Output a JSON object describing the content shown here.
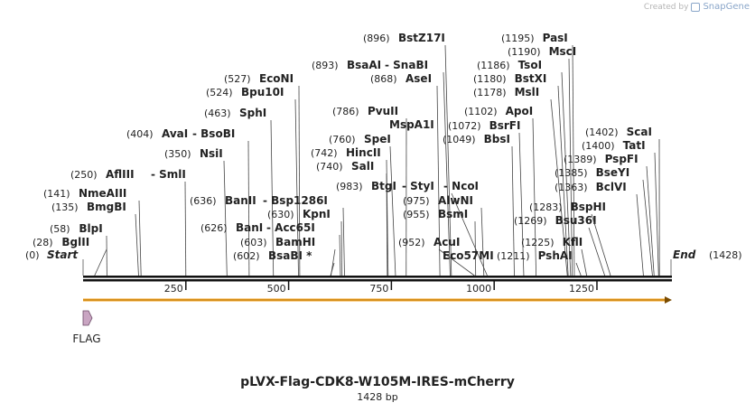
{
  "credit": {
    "prefix": "Created by",
    "brand": "SnapGene"
  },
  "title": "pLVX-Flag-CDK8-W105M-IRES-mCherry",
  "length_label": "1428 bp",
  "sequence_length": 1428,
  "ends": {
    "start": {
      "pos": "(0)",
      "name": "Start"
    },
    "end": {
      "pos": "(1428)",
      "name": "End"
    }
  },
  "ruler_ticks": [
    250,
    500,
    750,
    1000,
    1250
  ],
  "feature": {
    "name": "FLAG",
    "color": "#c9a5c2"
  },
  "arrow_color": "#f5a623",
  "sites_left": [
    {
      "pos": 28,
      "label": "(28)",
      "name": "BglII"
    },
    {
      "pos": 58,
      "label": "(58)",
      "name": "BlpI"
    },
    {
      "pos": 135,
      "label": "(135)",
      "name": "BmgBI"
    },
    {
      "pos": 141,
      "label": "(141)",
      "name": "NmeAIII"
    },
    {
      "pos": 250,
      "label": "(250)",
      "name": "AflIII",
      "alt": "SmlI"
    },
    {
      "pos": 350,
      "label": "(350)",
      "name": "NsiI"
    },
    {
      "pos": 404,
      "label": "(404)",
      "name": "AvaI",
      "alt": "BsoBI"
    },
    {
      "pos": 463,
      "label": "(463)",
      "name": "SphI"
    },
    {
      "pos": 524,
      "label": "(524)",
      "name": "Bpu10I"
    },
    {
      "pos": 527,
      "label": "(527)",
      "name": "EcoNI"
    }
  ],
  "sites_mid": [
    {
      "pos": 602,
      "label": "(602)",
      "name": "BsaBI *"
    },
    {
      "pos": 603,
      "label": "(603)",
      "name": "BamHI"
    },
    {
      "pos": 626,
      "label": "(626)",
      "name": "BanI",
      "alt": "Acc65I"
    },
    {
      "pos": 630,
      "label": "(630)",
      "name": "KpnI"
    },
    {
      "pos": 636,
      "label": "(636)",
      "name": "BanII",
      "alt": "Bsp1286I"
    },
    {
      "pos": 740,
      "label": "(740)",
      "name": "SalI"
    },
    {
      "pos": 742,
      "label": "(742)",
      "name": "HincII"
    },
    {
      "pos": 760,
      "label": "(760)",
      "name": "SpeI"
    },
    {
      "pos": 786,
      "label": "(786)",
      "name": "PvuII",
      "name2": "MspA1I"
    },
    {
      "pos": 868,
      "label": "(868)",
      "name": "AseI"
    },
    {
      "pos": 893,
      "label": "(893)",
      "name": "BsaAI",
      "alt": "SnaBI"
    },
    {
      "pos": 896,
      "label": "(896)",
      "name": "BstZ17I"
    },
    {
      "pos": 983,
      "label": "(983)",
      "name": "BtgI",
      "alt": "StyI",
      "alt2": "NcoI"
    },
    {
      "pos": 975,
      "label": "(975)",
      "name": "AlwNI"
    },
    {
      "pos": 955,
      "label": "(955)",
      "name": "BsmI"
    },
    {
      "pos": 952,
      "label": "(952)",
      "name": "AcuI",
      "name2": "Eco57MI"
    }
  ],
  "sites_right": [
    {
      "pos": 1049,
      "label": "(1049)",
      "name": "BbsI"
    },
    {
      "pos": 1072,
      "label": "(1072)",
      "name": "BsrFI"
    },
    {
      "pos": 1102,
      "label": "(1102)",
      "name": "ApoI"
    },
    {
      "pos": 1178,
      "label": "(1178)",
      "name": "MslI"
    },
    {
      "pos": 1180,
      "label": "(1180)",
      "name": "BstXI"
    },
    {
      "pos": 1186,
      "label": "(1186)",
      "name": "TsoI"
    },
    {
      "pos": 1190,
      "label": "(1190)",
      "name": "MscI"
    },
    {
      "pos": 1195,
      "label": "(1195)",
      "name": "PasI"
    },
    {
      "pos": 1211,
      "label": "(1211)",
      "name": "PshAI"
    },
    {
      "pos": 1225,
      "label": "(1225)",
      "name": "KflI"
    },
    {
      "pos": 1269,
      "label": "(1269)",
      "name": "Bsu36I"
    },
    {
      "pos": 1283,
      "label": "(1283)",
      "name": "BspHI"
    },
    {
      "pos": 1363,
      "label": "(1363)",
      "name": "BclVI"
    },
    {
      "pos": 1385,
      "label": "(1385)",
      "name": "BseYI"
    },
    {
      "pos": 1389,
      "label": "(1389)",
      "name": "PspFI"
    },
    {
      "pos": 1400,
      "label": "(1400)",
      "name": "TatI"
    },
    {
      "pos": 1402,
      "label": "(1402)",
      "name": "ScaI"
    }
  ]
}
